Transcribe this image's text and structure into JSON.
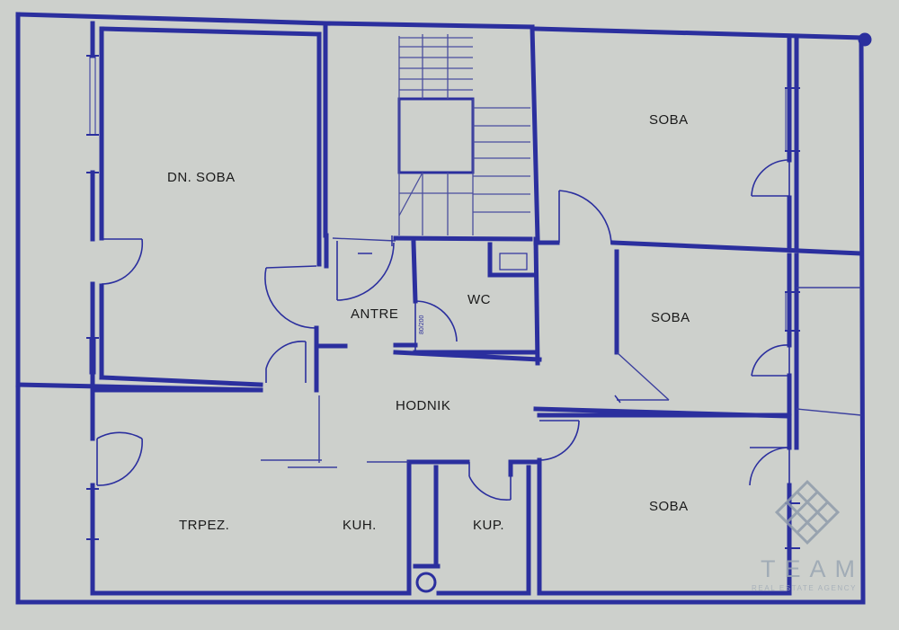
{
  "plan": {
    "ink_color": "#2b2f9e",
    "paper_color": "#cdd0cc",
    "rooms": [
      {
        "id": "dn-soba",
        "label": "DN. SOBA"
      },
      {
        "id": "soba-top",
        "label": "SOBA"
      },
      {
        "id": "soba-middle",
        "label": "SOBA"
      },
      {
        "id": "soba-bottom",
        "label": "SOBA"
      },
      {
        "id": "antre",
        "label": "ANTRE"
      },
      {
        "id": "wc",
        "label": "WC"
      },
      {
        "id": "hodnik",
        "label": "HODNIK"
      },
      {
        "id": "trpez",
        "label": "TRPEZ."
      },
      {
        "id": "kuh",
        "label": "KUH."
      },
      {
        "id": "kup",
        "label": "KUP."
      }
    ],
    "door_note": "80/200"
  },
  "watermark": {
    "name": "TEAM",
    "subtitle": "REAL ESTATE AGENCY",
    "color": "#9aa6b3",
    "icon": "diamond-lattice-logo-icon"
  }
}
